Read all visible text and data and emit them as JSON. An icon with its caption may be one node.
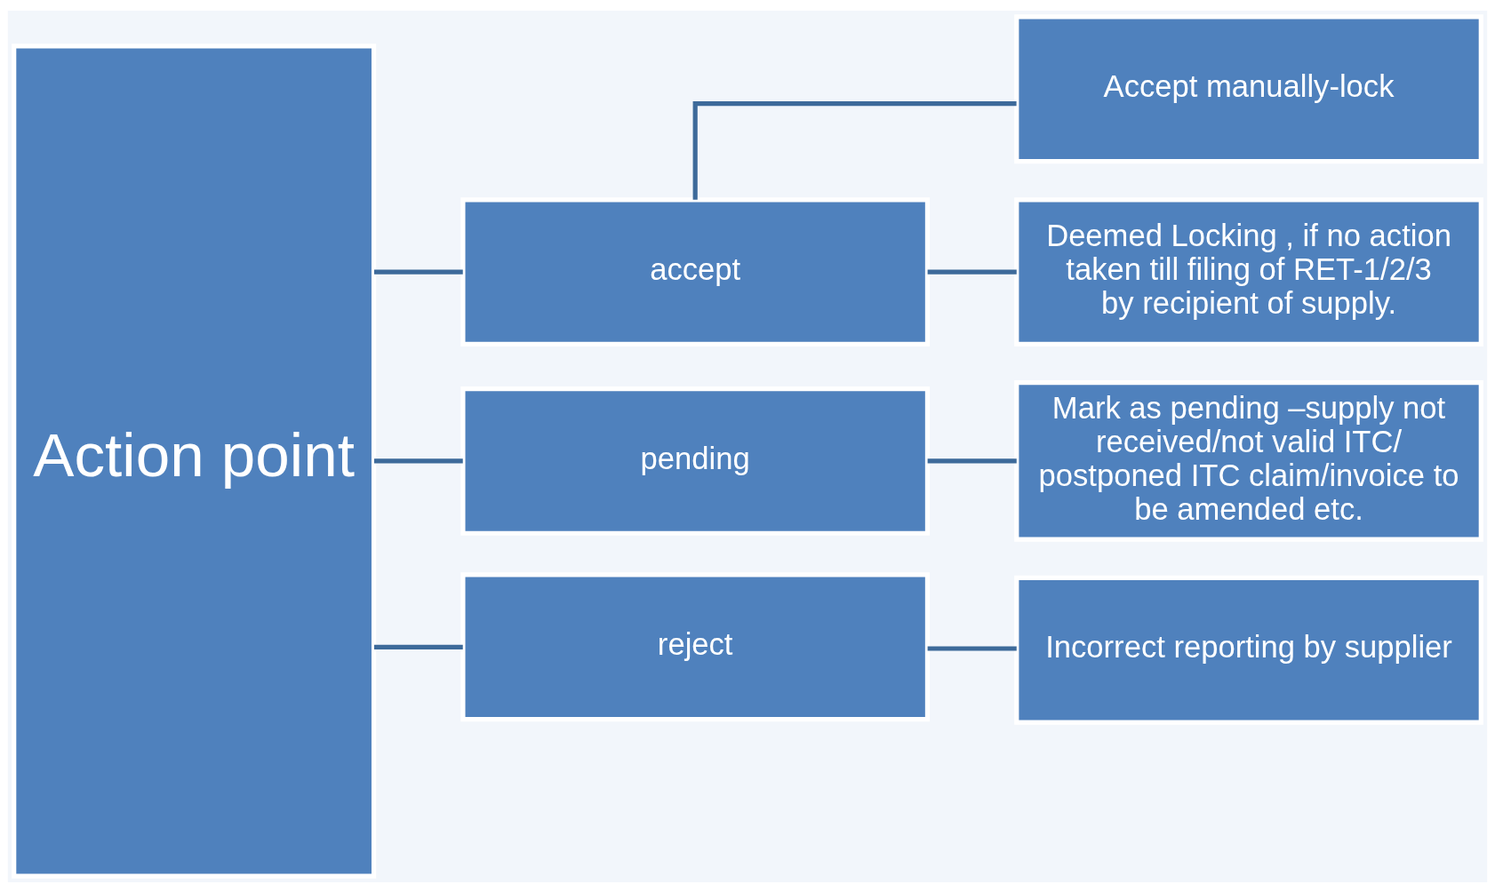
{
  "diagram": {
    "nodes": [
      {
        "text": [
          "Action point"
        ]
      },
      {
        "text": [
          "accept"
        ]
      },
      {
        "text": [
          "pending"
        ]
      },
      {
        "text": [
          "reject"
        ]
      },
      {
        "text": [
          "Accept manually-lock"
        ]
      },
      {
        "text": [
          "Deemed Locking , if no action taken till filing of RET-1/2/3 by recipient of supply."
        ]
      },
      {
        "text": [
          "Mark as pending –supply not received/not valid ITC/ postponed ITC claim/invoice to be amended etc."
        ]
      },
      {
        "text": [
          "Incorrect reporting by supplier"
        ]
      }
    ],
    "edges": [
      {
        "from": 0,
        "to": 1,
        "arrow": "none"
      },
      {
        "from": 0,
        "to": 2,
        "arrow": "none"
      },
      {
        "from": 0,
        "to": 3,
        "arrow": "none"
      },
      {
        "from": 1,
        "to": 4,
        "arrow": "none"
      },
      {
        "from": 1,
        "to": 5,
        "arrow": "none"
      },
      {
        "from": 2,
        "to": 6,
        "arrow": "none"
      },
      {
        "from": 3,
        "to": 7,
        "arrow": "none"
      }
    ]
  }
}
